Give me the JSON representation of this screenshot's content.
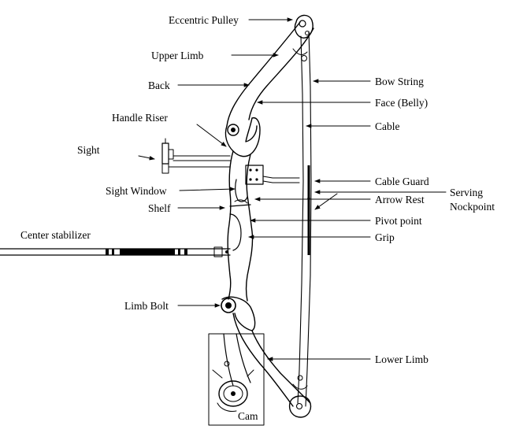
{
  "labels": {
    "eccentric_pulley": "Eccentric Pulley",
    "upper_limb": "Upper Limb",
    "back": "Back",
    "handle_riser": "Handle Riser",
    "sight": "Sight",
    "sight_window": "Sight Window",
    "shelf": "Shelf",
    "center_stabilizer": "Center stabilizer",
    "limb_bolt": "Limb Bolt",
    "cam": "Cam",
    "bow_string": "Bow String",
    "face_belly": "Face (Belly)",
    "cable": "Cable",
    "cable_guard": "Cable Guard",
    "arrow_rest": "Arrow Rest",
    "serving": "Serving",
    "nockpoint": "Nockpoint",
    "pivot_point": "Pivot point",
    "grip": "Grip",
    "lower_limb": "Lower Limb"
  },
  "colors": {
    "ink": "#000000",
    "background": "#ffffff"
  }
}
